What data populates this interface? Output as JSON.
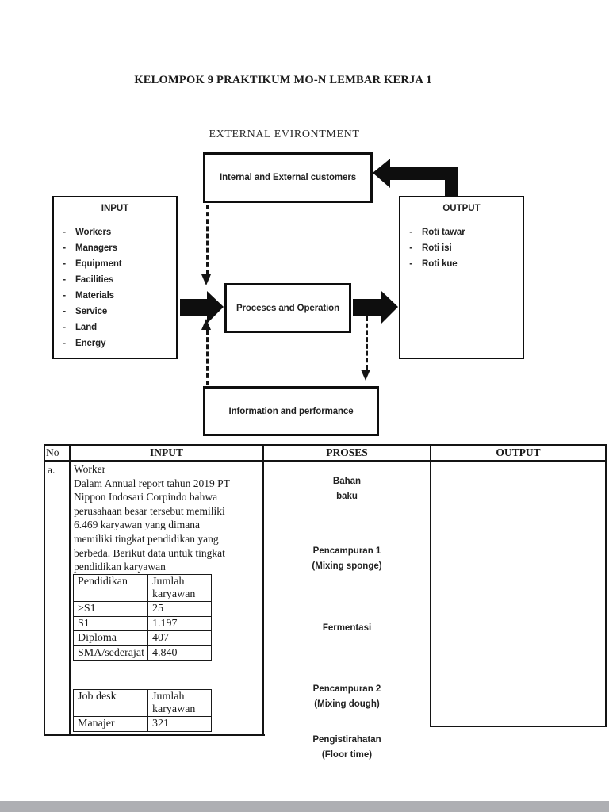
{
  "document": {
    "title": "KELOMPOK 9 PRAKTIKUM MO-N LEMBAR KERJA 1",
    "diagram": {
      "heading": "EXTERNAL EVIRONTMENT",
      "bullet": "-",
      "customers_box": "Internal and External customers",
      "process_box": "Proceses and Operation",
      "information_box": "Information and performance",
      "input_box": {
        "title": "INPUT",
        "items": [
          "Workers",
          "Managers",
          "Equipment",
          "Facilities",
          "Materials",
          "Service",
          "Land",
          "Energy"
        ]
      },
      "output_box": {
        "title": "OUTPUT",
        "items": [
          "Roti tawar",
          "Roti isi",
          "Roti kue"
        ]
      }
    },
    "table": {
      "headers": {
        "no": "No",
        "input": "INPUT",
        "proses": "PROSES",
        "output": "OUTPUT"
      },
      "row_a": {
        "no": "a.",
        "input": {
          "lines": [
            "Worker",
            "Dalam Annual report tahun 2019 PT",
            "Nippon Indosari Corpindo bahwa",
            "perusahaan besar tersebut memiliki",
            "6.469 karyawan yang dimana",
            "memiliki tingkat pendidikan yang",
            "berbeda. Berikut data untuk tingkat",
            "pendidikan karyawan"
          ],
          "education_table": {
            "col1": "Pendidikan",
            "col2": "Jumlah karyawan",
            "rows": [
              {
                "label": ">S1",
                "value": "25"
              },
              {
                "label": "S1",
                "value": "1.197"
              },
              {
                "label": "Diploma",
                "value": "407"
              },
              {
                "label": "SMA/sederajat",
                "value": "4.840"
              }
            ]
          },
          "jobdesk_table": {
            "col1": "Job desk",
            "col2": "Jumlah karyawan",
            "rows": [
              {
                "label": "Manajer",
                "value": "321"
              }
            ]
          }
        },
        "proses_steps": [
          {
            "line1": "Bahan",
            "line2": "baku"
          },
          {
            "line1": "Pencampuran 1",
            "line2": "(Mixing sponge)"
          },
          {
            "line1": "Fermentasi",
            "line2": ""
          },
          {
            "line1": "Pencampuran 2",
            "line2": "(Mixing dough)"
          },
          {
            "line1": "Pengistirahatan",
            "line2": "(Floor time)"
          }
        ]
      }
    }
  }
}
